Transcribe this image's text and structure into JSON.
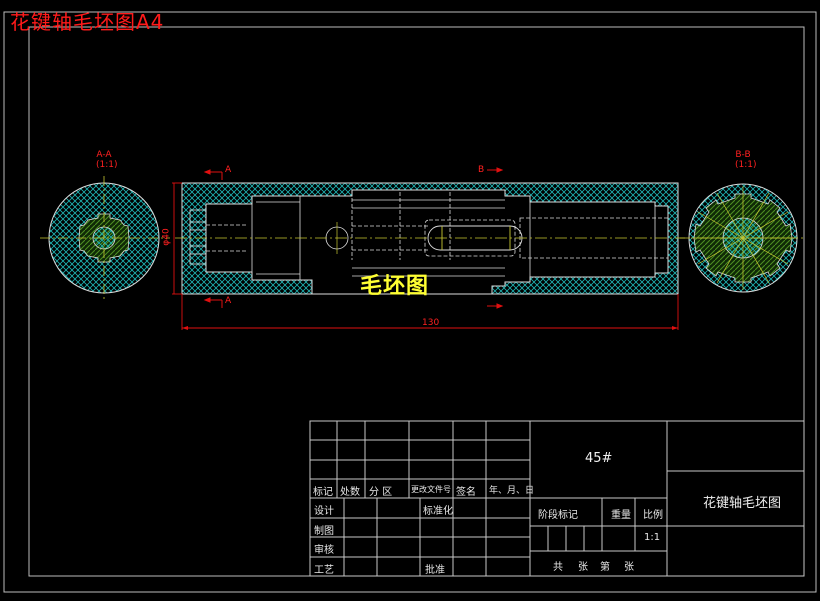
{
  "drawing": {
    "corner_title": "花键轴毛坯图A4",
    "blank_label": "毛坯图",
    "colors": {
      "background": "#000000",
      "frame": "#c8c8c8",
      "title_red": "#ff1a1a",
      "hatch_cyan": "#1fb5b5",
      "hatch_green": "#3d7a1a",
      "centerline": "#c8c832",
      "dimension": "#e01010",
      "blank_label": "#ffff33"
    }
  },
  "views": {
    "section_a": {
      "label": "A-A",
      "scale": "(1:1)"
    },
    "section_b": {
      "label": "B-B",
      "scale": "(1:1)"
    },
    "main": {
      "cut_a_top": "A",
      "cut_a_bottom": "A",
      "cut_b_top": "B",
      "dim_length": "130",
      "dim_diameter": "φ40"
    }
  },
  "title_block": {
    "material": "45#",
    "part_name": "花键轴毛坯图",
    "revision_headers": [
      "标记",
      "处数",
      "分 区",
      "更改文件号",
      "签名",
      "年、月、日"
    ],
    "rows": {
      "design": "设计",
      "standardization": "标准化",
      "drawing": "制图",
      "review": "审核",
      "process": "工艺",
      "approve": "批准"
    },
    "stage_mark": "阶段标记",
    "weight": "重量",
    "scale_label": "比例",
    "scale_value": "1:1",
    "sheets": [
      "共",
      "张",
      "第",
      "张"
    ]
  }
}
